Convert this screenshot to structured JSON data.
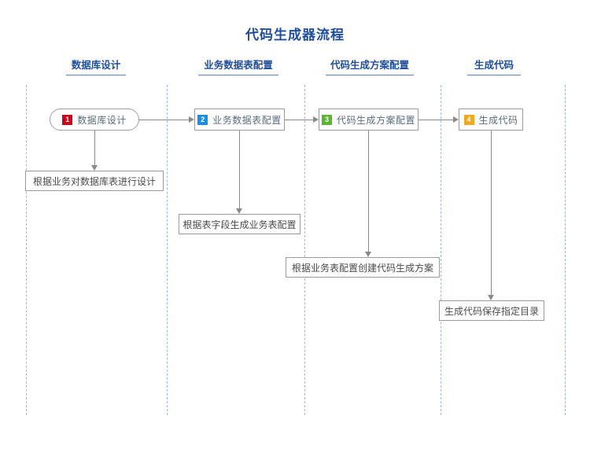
{
  "diagram": {
    "title": "代码生成器流程",
    "title_color": "#1f4e9c",
    "lane_separator_color": "#9db8e0",
    "connector_color": "#8a8a8a",
    "columns": [
      {
        "label": "数据库设计"
      },
      {
        "label": "业务数据表配置"
      },
      {
        "label": "代码生成方案配置"
      },
      {
        "label": "生成代码"
      }
    ],
    "nodes": [
      {
        "number": "1",
        "label": "数据库设计",
        "badge_color": "#d0021b",
        "shape": "pill"
      },
      {
        "number": "2",
        "label": "业务数据表配置",
        "badge_color": "#1a8fe0",
        "shape": "rect"
      },
      {
        "number": "3",
        "label": "代码生成方案配置",
        "badge_color": "#5cb531",
        "shape": "rect"
      },
      {
        "number": "4",
        "label": "生成代码",
        "badge_color": "#f0a81e",
        "shape": "rect"
      }
    ],
    "descriptions": [
      {
        "text": "根据业务对数据库表进行设计"
      },
      {
        "text": "根据表字段生成业务表配置"
      },
      {
        "text": "根据业务表配置创建代码生成方案"
      },
      {
        "text": "生成代码保存指定目录"
      }
    ]
  }
}
